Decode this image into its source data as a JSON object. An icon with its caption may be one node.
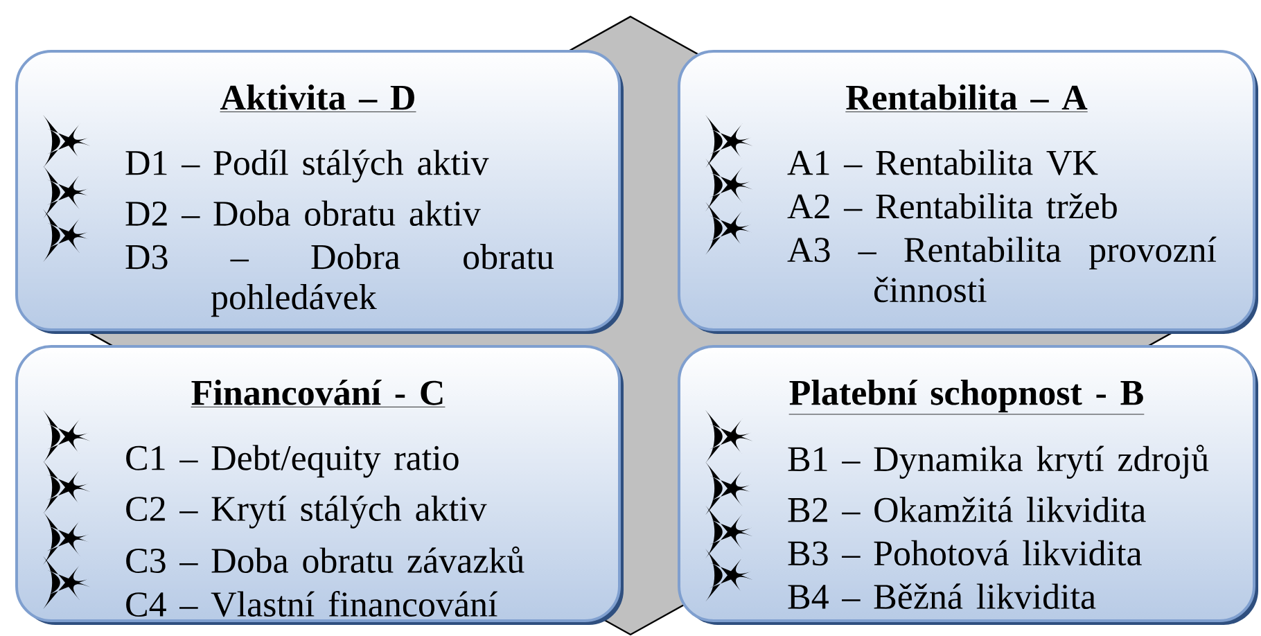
{
  "diagram": {
    "nodes": [
      {
        "text": [
          "Aktivita – D",
          "D1 – Podíl stálých aktiv",
          "D2 – Doba obratu aktiv",
          "D3 – Dobra obratu pohledávek"
        ]
      },
      {
        "text": [
          "Rentabilita – A",
          "A1 – Rentabilita VK",
          "A2 – Rentabilita tržeb",
          "A3 – Rentabilita provozní činnosti"
        ]
      },
      {
        "text": [
          "Financování - C",
          "C1 – Debt/equity ratio",
          "C2 – Krytí stálých aktiv",
          "C3 – Doba obratu závazků",
          "C4 – Vlastní financování"
        ]
      },
      {
        "text": [
          "Platební schopnost - B",
          "B1 – Dynamika krytí zdrojů",
          "B2 – Okamžitá likvidita",
          "B3 – Pohotová likvidita",
          "B4 – Běžná likvidita"
        ]
      }
    ]
  }
}
